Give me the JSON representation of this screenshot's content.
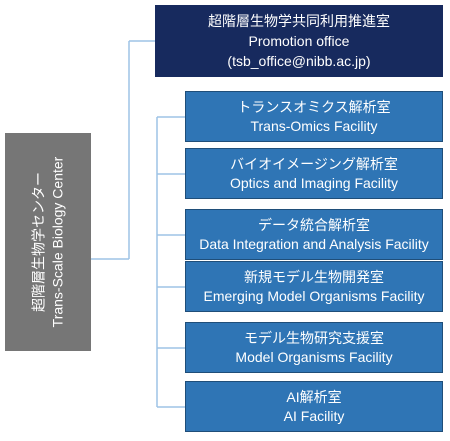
{
  "center": {
    "name_ja": "超階層生物学センター",
    "name_en": "Trans-Scale Biology Center"
  },
  "promotion": {
    "name_ja": "超階層生物学共同利用推進室",
    "name_en": "Promotion office",
    "email": "(tsb_office@nibb.ac.jp)"
  },
  "facilities": [
    {
      "name_ja": "トランスオミクス解析室",
      "name_en": "Trans-Omics Facility"
    },
    {
      "name_ja": "バイオイメージング解析室",
      "name_en": "Optics and Imaging Facility"
    },
    {
      "name_ja": "データ統合解析室",
      "name_en": "Data Integration and Analysis Facility"
    },
    {
      "name_ja": "新規モデル生物開発室",
      "name_en": "Emerging Model Organisms Facility"
    },
    {
      "name_ja": "モデル生物研究支援室",
      "name_en": "Model Organisms Facility"
    },
    {
      "name_ja": "AI解析室",
      "name_en": "AI Facility"
    }
  ],
  "colors": {
    "center_box": "#767676",
    "promotion_box": "#172a5e",
    "facility_box": "#2f75b5",
    "connector": "#9dc3e6"
  }
}
